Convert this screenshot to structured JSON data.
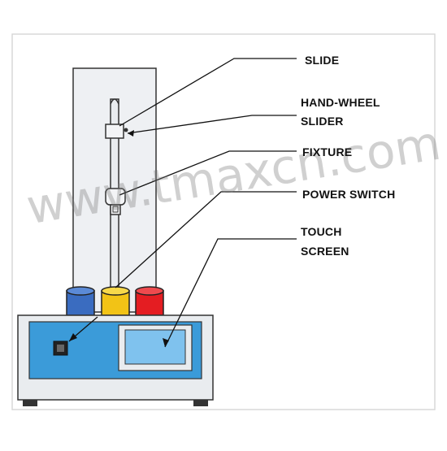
{
  "labels": {
    "slide": "SLIDE",
    "hand_wheel_slider_line1": "HAND-WHEEL",
    "hand_wheel_slider_line2": "SLIDER",
    "fixture": "FIXTURE",
    "power_switch": "POWER SWITCH",
    "touch_screen_line1": "TOUCH",
    "touch_screen_line2": "SCREEN"
  },
  "watermark": "www.tmaxcn.com",
  "colors": {
    "panel_blue": "#3b9bd9",
    "screen_blue": "#7fc2ee",
    "cup_blue": "#3a6cc0",
    "cup_yellow": "#f2c316",
    "cup_red": "#e41d22",
    "outline": "#333333",
    "frame_gray": "#eef0f3"
  }
}
